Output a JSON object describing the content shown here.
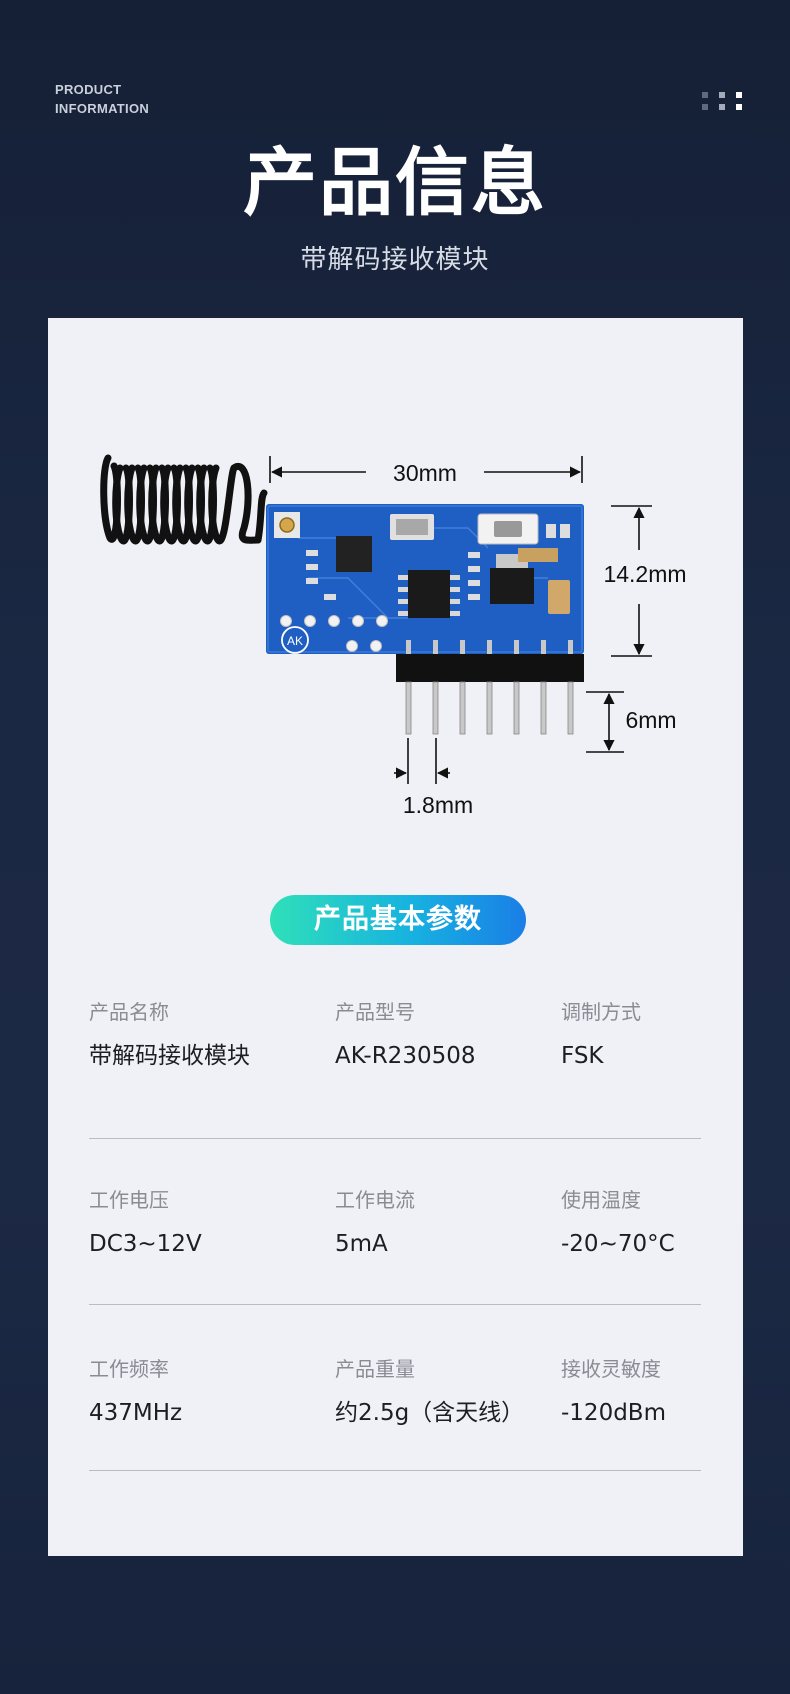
{
  "header": {
    "eyebrow_line1": "PRODUCT",
    "eyebrow_line2": "INFORMATION",
    "title": "产品信息",
    "subtitle": "带解码接收模块"
  },
  "figure": {
    "dim_width": "30mm",
    "dim_height": "14.2mm",
    "dim_pin_length": "6mm",
    "dim_pin_pitch": "1.8mm",
    "board_mark": "AK"
  },
  "section_title": "产品基本参数",
  "params": [
    [
      {
        "label": "产品名称",
        "value": "带解码接收模块"
      },
      {
        "label": "产品型号",
        "value": "AK-R230508"
      },
      {
        "label": "调制方式",
        "value": "FSK"
      }
    ],
    [
      {
        "label": "工作电压",
        "value": "DC3~12V"
      },
      {
        "label": "工作电流",
        "value": "5mA"
      },
      {
        "label": "使用温度",
        "value": "-20~70°C"
      }
    ],
    [
      {
        "label": "工作频率",
        "value": "437MHz"
      },
      {
        "label": "产品重量",
        "value": "约2.5g（含天线）"
      },
      {
        "label": "接收灵敏度",
        "value": "-120dBm"
      }
    ]
  ],
  "colors": {
    "background": "#1b2843",
    "card": "#f0f0f7",
    "pcb_blue": "#1f5fc4",
    "pill_start": "#2fe0b8",
    "pill_end": "#1a7ee6"
  }
}
